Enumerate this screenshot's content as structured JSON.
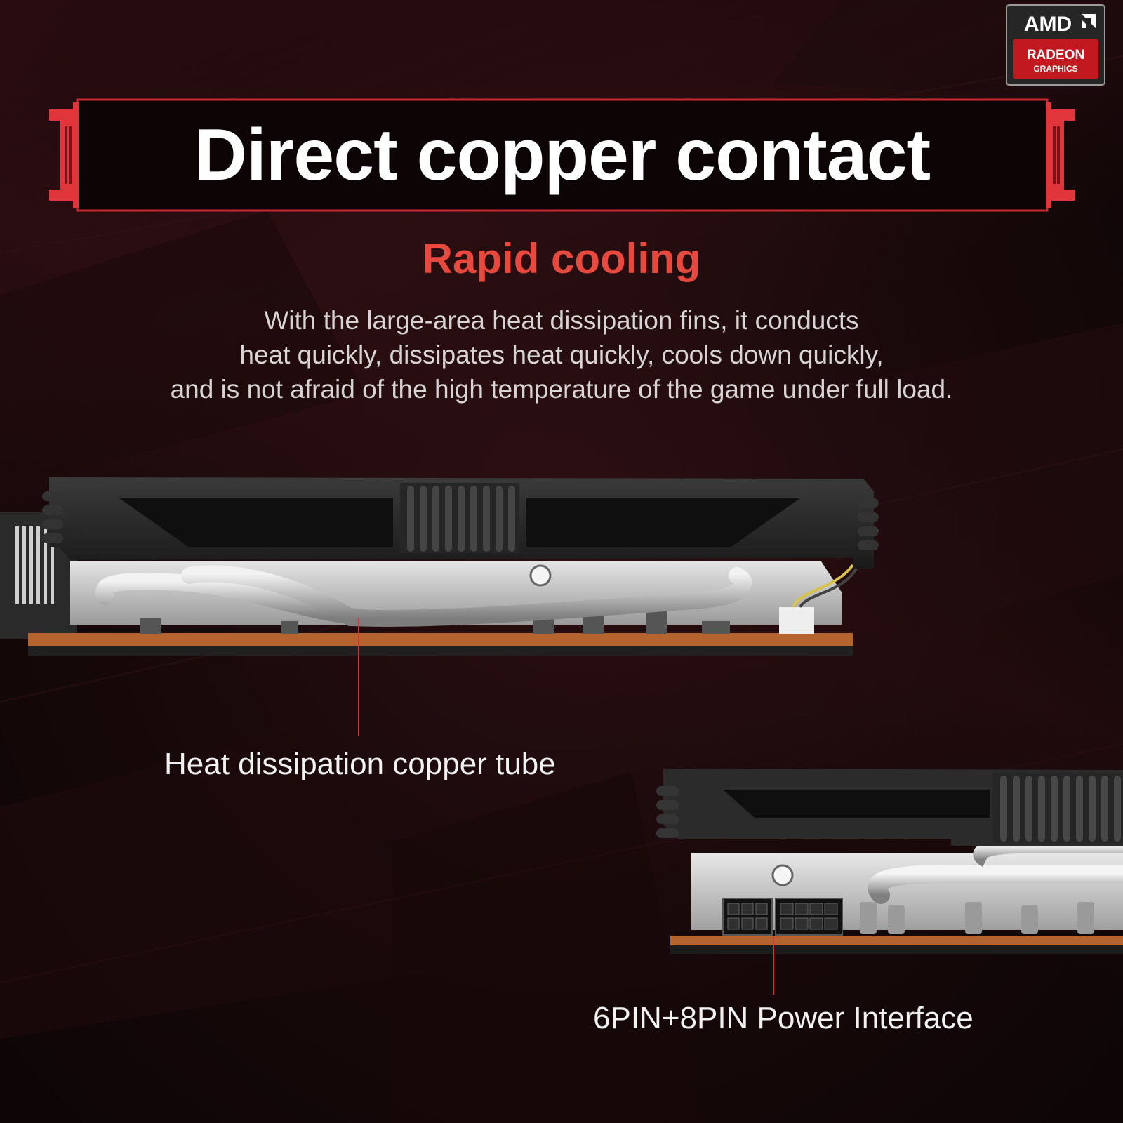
{
  "brand": {
    "logo_line1": "AMD",
    "logo_line2": "RADEON",
    "logo_line3": "GRAPHICS"
  },
  "headline": {
    "title": "Direct copper contact",
    "subtitle": "Rapid cooling",
    "description_lines": [
      "With the large-area heat dissipation fins, it conducts",
      "heat quickly, dissipates heat quickly, cools down quickly,",
      "and is not afraid of the high temperature of the game under full load."
    ]
  },
  "callouts": [
    {
      "label": "Heat dissipation copper tube"
    },
    {
      "label": "6PIN+8PIN Power Interface"
    }
  ],
  "colors": {
    "accent_red": "#e8493f",
    "frame_red": "#e0353b",
    "background": "#160809",
    "text_white": "#ffffff"
  }
}
